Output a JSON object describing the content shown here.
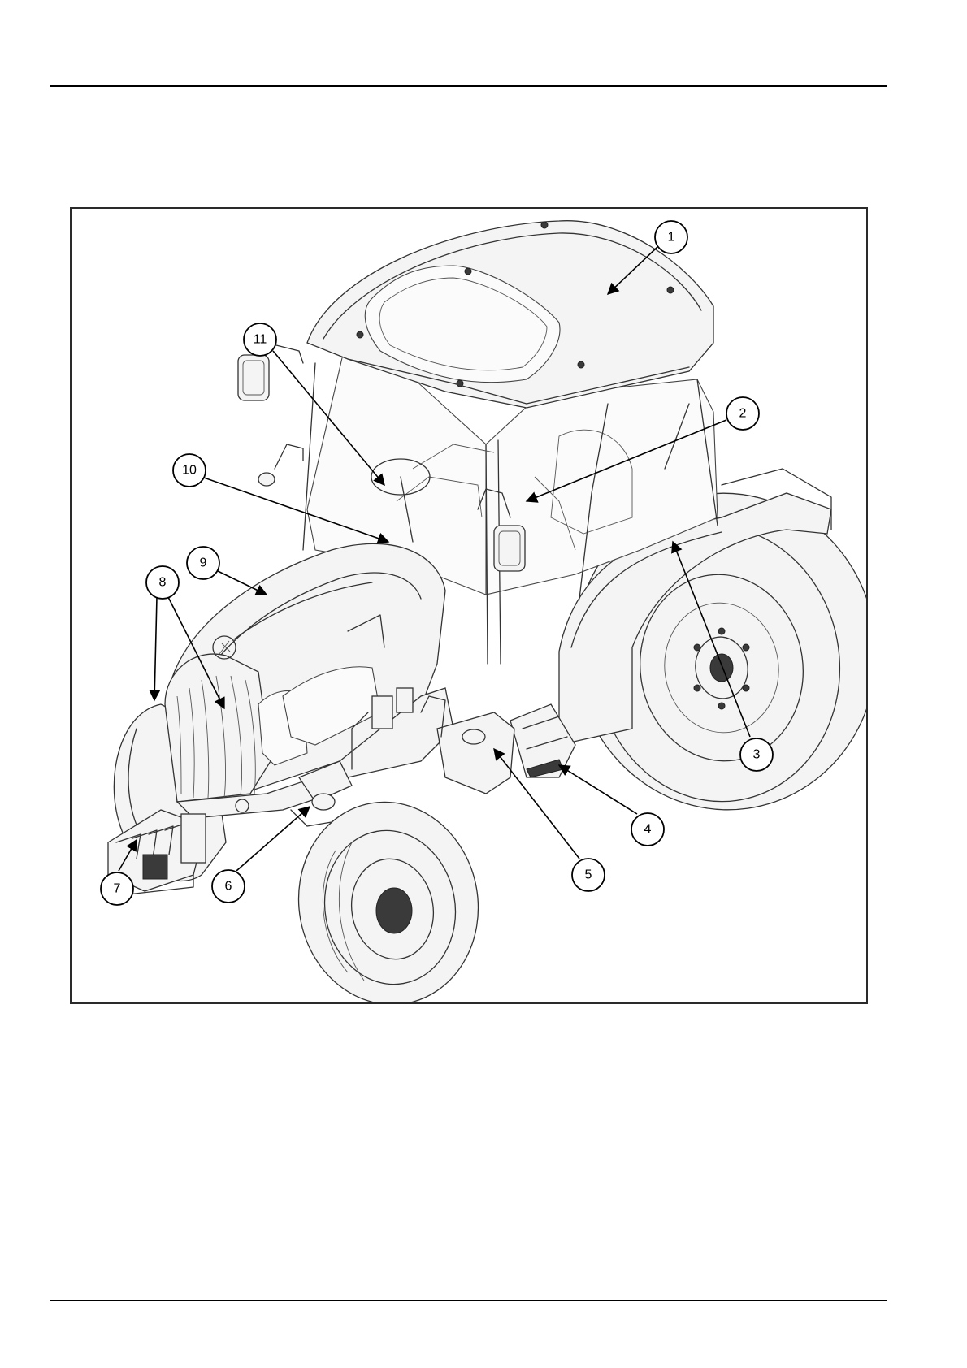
{
  "figure": {
    "callouts": [
      "1",
      "2",
      "3",
      "4",
      "5",
      "6",
      "7",
      "8",
      "9",
      "10",
      "11"
    ]
  }
}
